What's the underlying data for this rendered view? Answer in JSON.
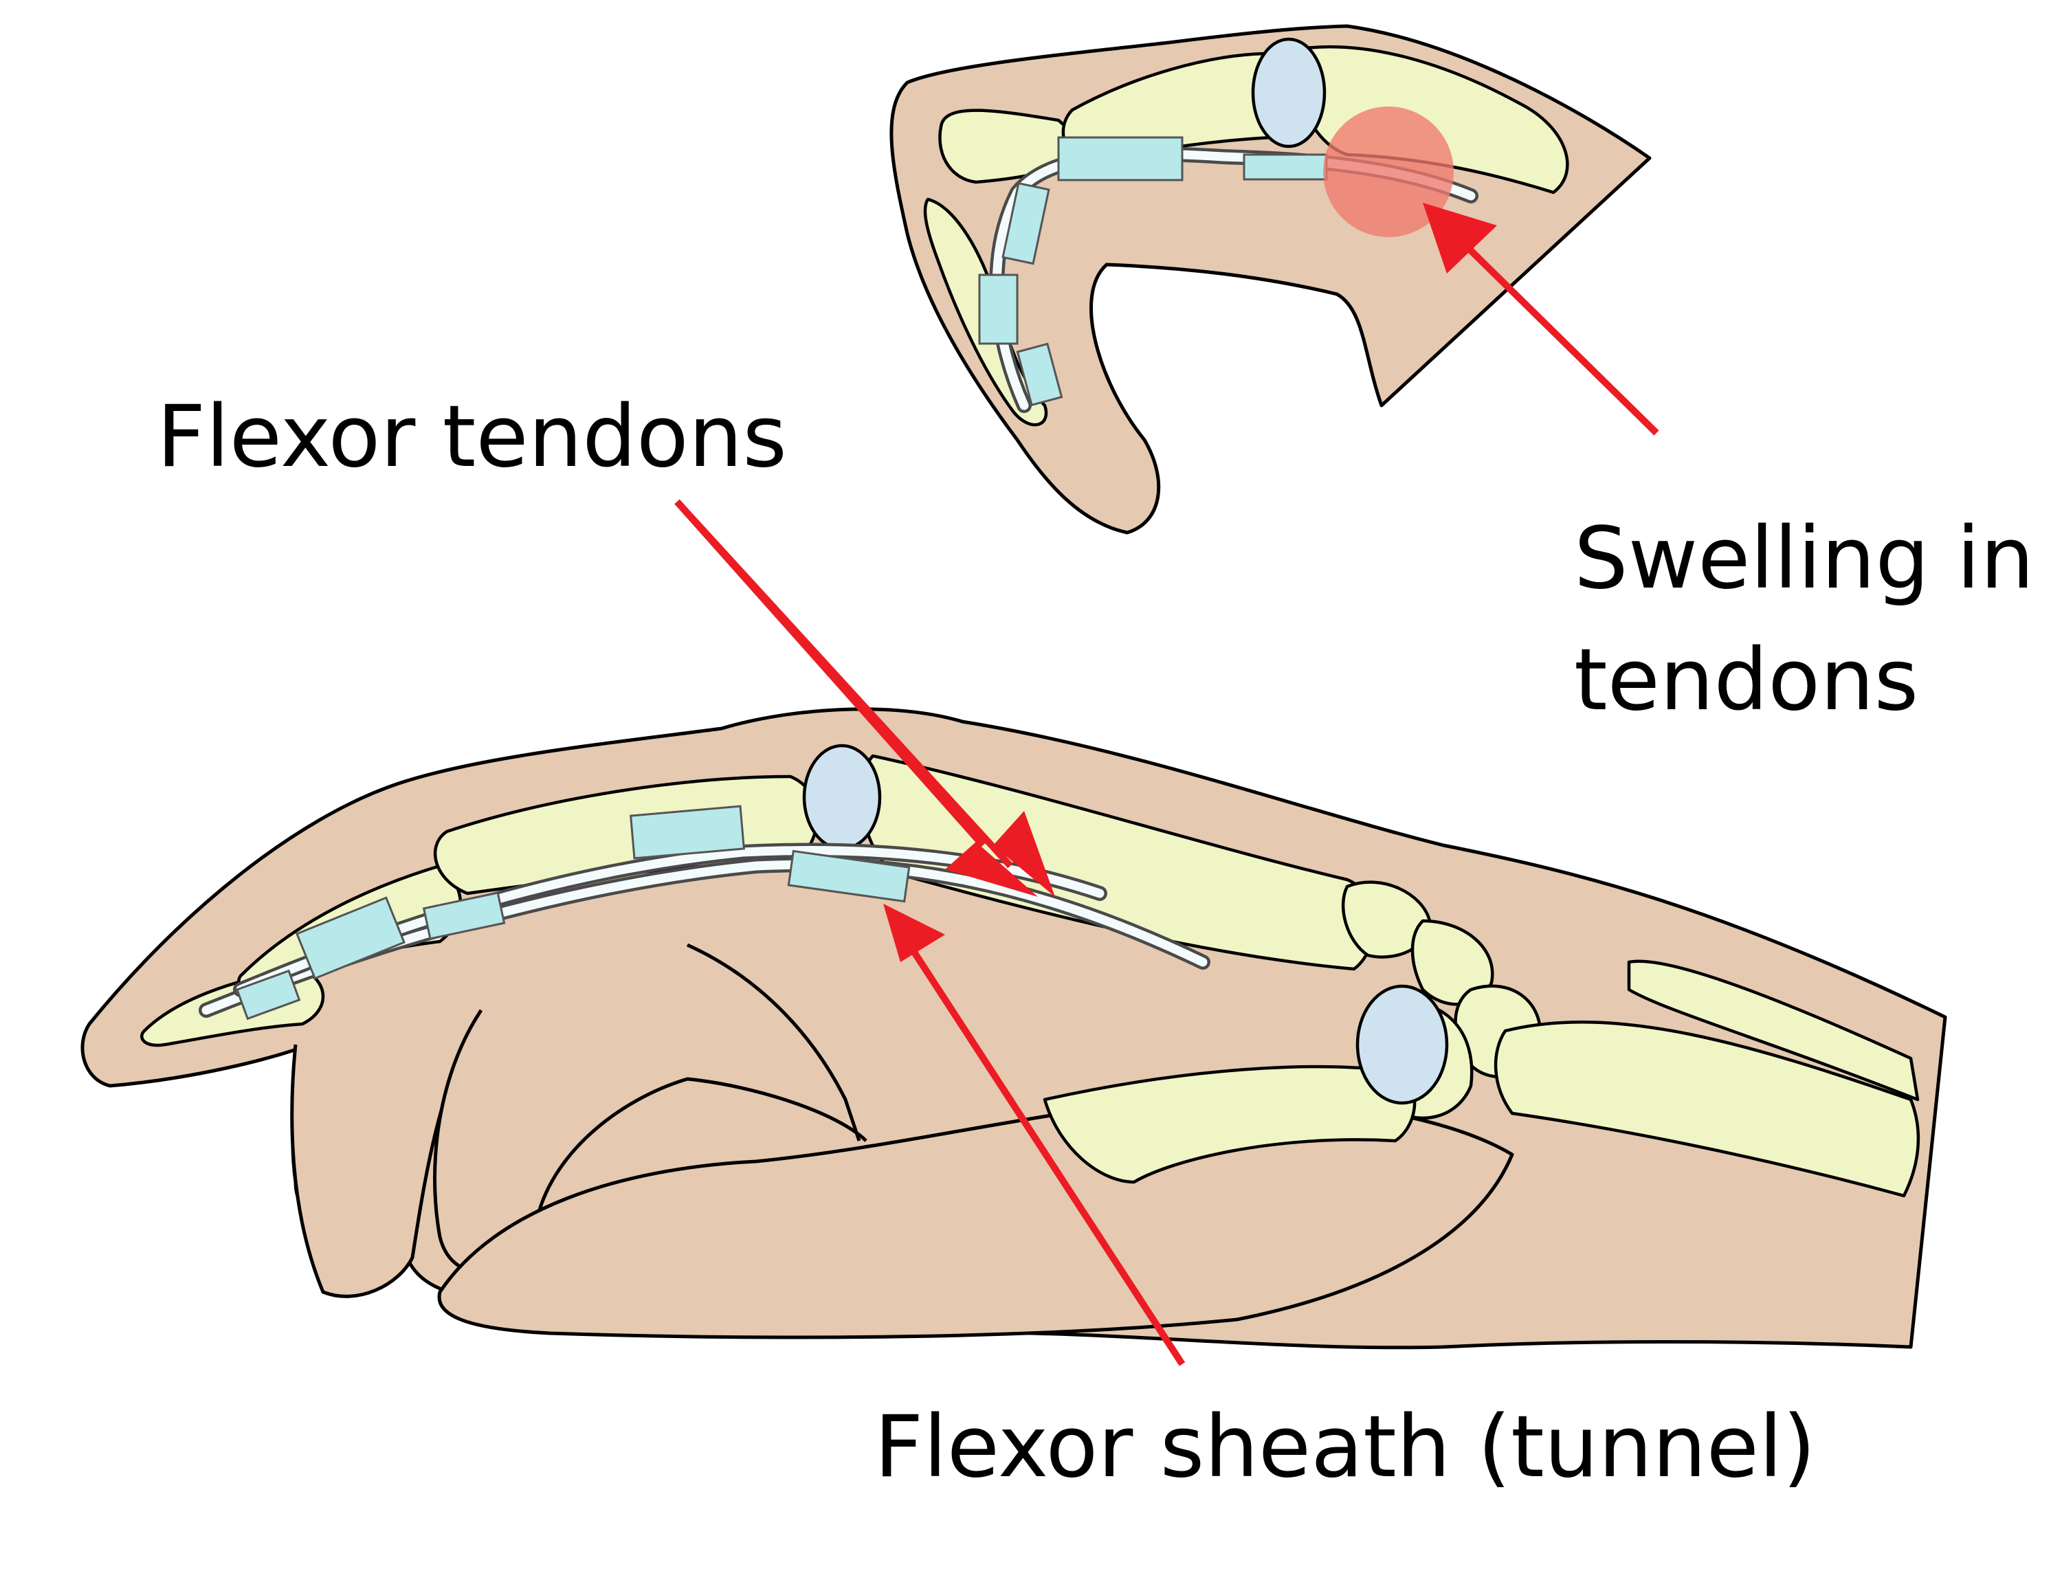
{
  "diagram": {
    "labels": {
      "flexor_tendons": "Flexor tendons",
      "swelling_line1": "Swelling in",
      "swelling_line2": "tendons",
      "flexor_sheath": "Flexor sheath (tunnel)"
    },
    "colors": {
      "skin": "#e5c9b0",
      "bone": "#eff5c4",
      "joint": "#cfe2f0",
      "pulley": "#b8e9ea",
      "arrow": "#ec1c24",
      "swelling": "#f07a6e"
    }
  }
}
